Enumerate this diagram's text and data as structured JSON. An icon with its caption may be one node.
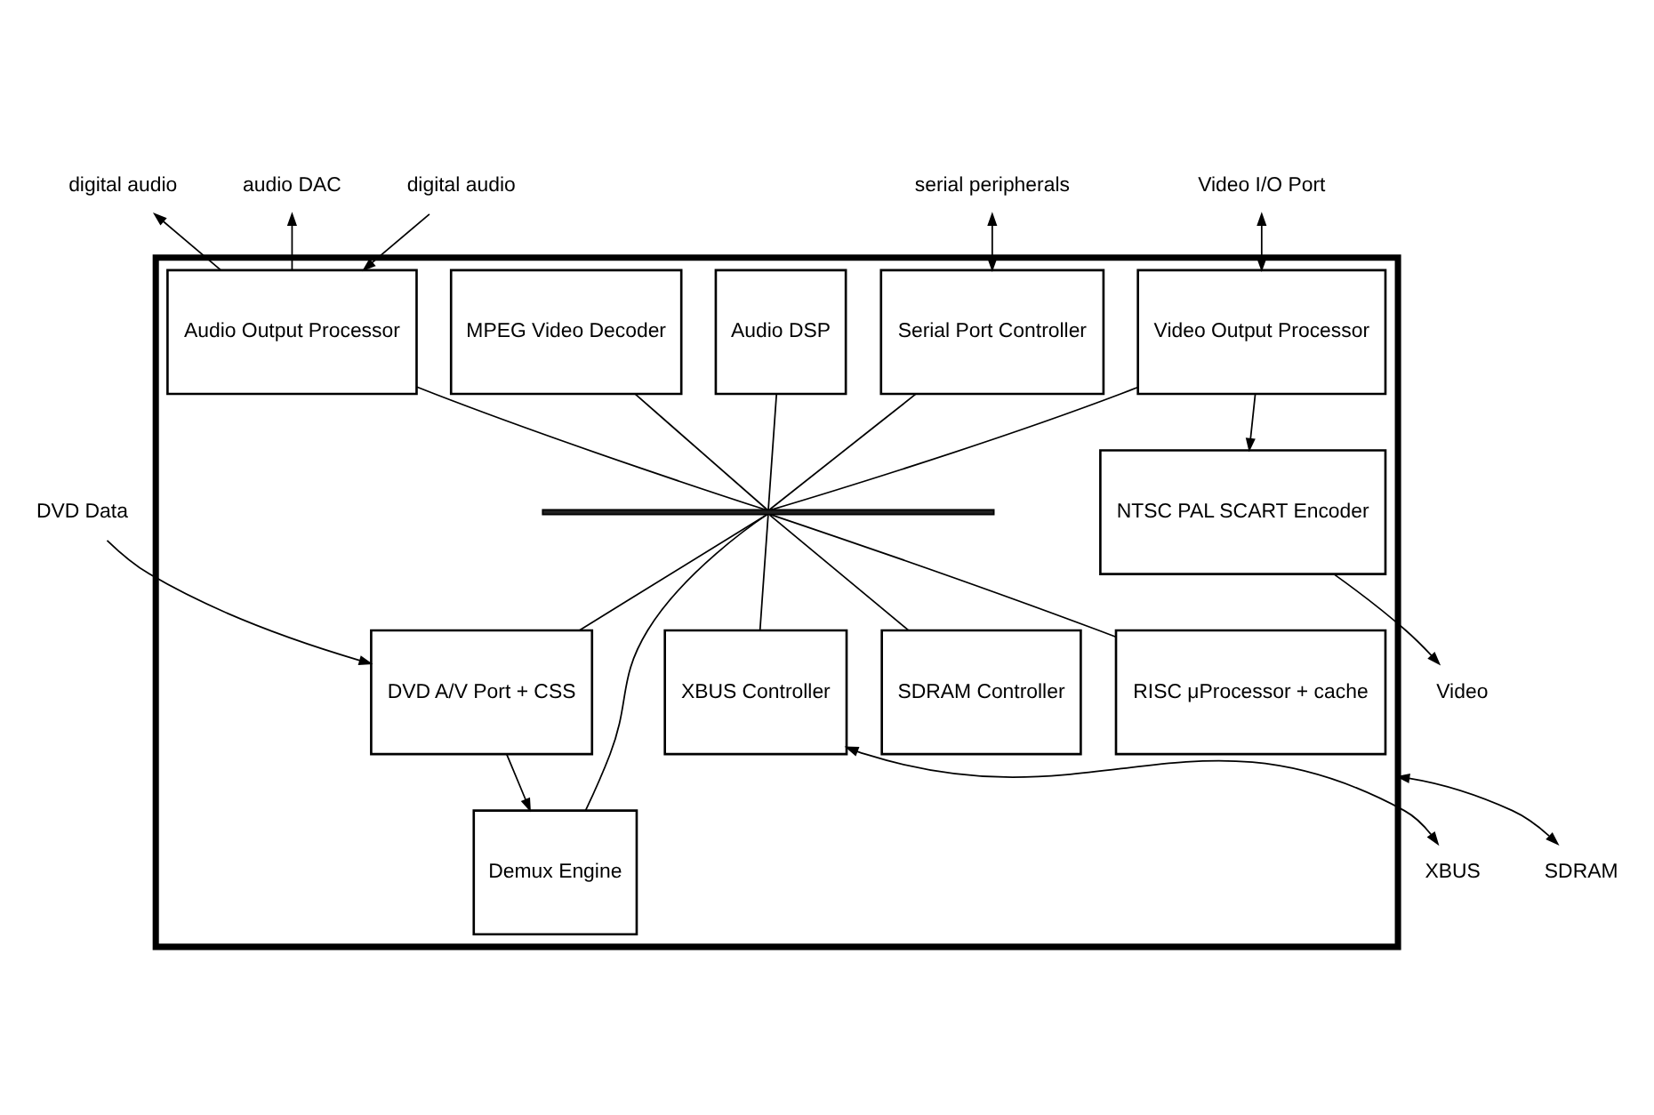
{
  "diagram": {
    "nodes": [
      {
        "text": [],
        "shape": "box"
      },
      {
        "text": [
          "digital audio"
        ]
      },
      {
        "text": [
          "audio DAC"
        ]
      },
      {
        "text": [
          "Video I/O Port"
        ]
      },
      {
        "text": [
          "digital audio"
        ]
      },
      {
        "text": [
          "Audio Output Processor"
        ],
        "in": 0
      },
      {
        "text": [
          "Audio DSP"
        ],
        "in": 0
      },
      {
        "text": [
          "MPEG Video Decoder"
        ],
        "in": 0
      },
      {
        "text": [
          "Video Output Processor"
        ],
        "in": 0
      },
      {
        "text": [
          "NTSC PAL SCART Encoder"
        ],
        "in": 0
      },
      {
        "text": [
          "Video"
        ]
      },
      {
        "text": [
          "serial peripherals"
        ]
      },
      {
        "text": [
          "Serial Port Controller"
        ],
        "in": 0
      },
      {
        "text": [],
        "shape": "bar",
        "in": 0
      },
      {
        "text": [
          "XBUS Controller"
        ],
        "in": 0
      },
      {
        "text": [
          "XBUS"
        ]
      },
      {
        "text": [
          "DVD Data"
        ]
      },
      {
        "text": [
          "DVD A/V Port + CSS"
        ],
        "in": 0
      },
      {
        "text": [
          "Demux Engine"
        ],
        "in": 0
      },
      {
        "text": [
          "SDRAM Controller"
        ],
        "in": 0
      },
      {
        "text": [
          "RISC μProcessor + cache"
        ],
        "in": 0
      },
      {
        "text": [
          "SDRAM"
        ]
      }
    ],
    "edges": [
      {
        "from": 5,
        "to": 2,
        "arrow": "to"
      },
      {
        "from": 5,
        "to": 1,
        "arrow": "to"
      },
      {
        "from": 3,
        "to": 8,
        "arrow": "both"
      },
      {
        "from": 4,
        "to": 5,
        "arrow": "to"
      },
      {
        "from": 8,
        "to": 9,
        "arrow": "to"
      },
      {
        "from": 9,
        "to": 10,
        "arrow": "to"
      },
      {
        "from": 11,
        "to": 12,
        "arrow": "both"
      },
      {
        "from": 14,
        "to": 15,
        "arrow": "both"
      },
      {
        "from": 16,
        "to": 17,
        "arrow": "to"
      },
      {
        "from": 17,
        "to": 18,
        "arrow": "to"
      },
      {
        "from": 0,
        "to": 21,
        "arrow": "both"
      },
      {
        "from": 5,
        "to": 13,
        "arrow": "none"
      },
      {
        "from": 6,
        "to": 13,
        "arrow": "none"
      },
      {
        "from": 7,
        "to": 13,
        "arrow": "none"
      },
      {
        "from": 8,
        "to": 13,
        "arrow": "none"
      },
      {
        "from": 12,
        "to": 13,
        "arrow": "none"
      },
      {
        "from": 13,
        "to": 14,
        "arrow": "none"
      },
      {
        "from": 13,
        "to": 17,
        "arrow": "none"
      },
      {
        "from": 13,
        "to": 18,
        "arrow": "none"
      },
      {
        "from": 13,
        "to": 19,
        "arrow": "none"
      },
      {
        "from": 13,
        "to": 20,
        "arrow": "none"
      }
    ]
  }
}
